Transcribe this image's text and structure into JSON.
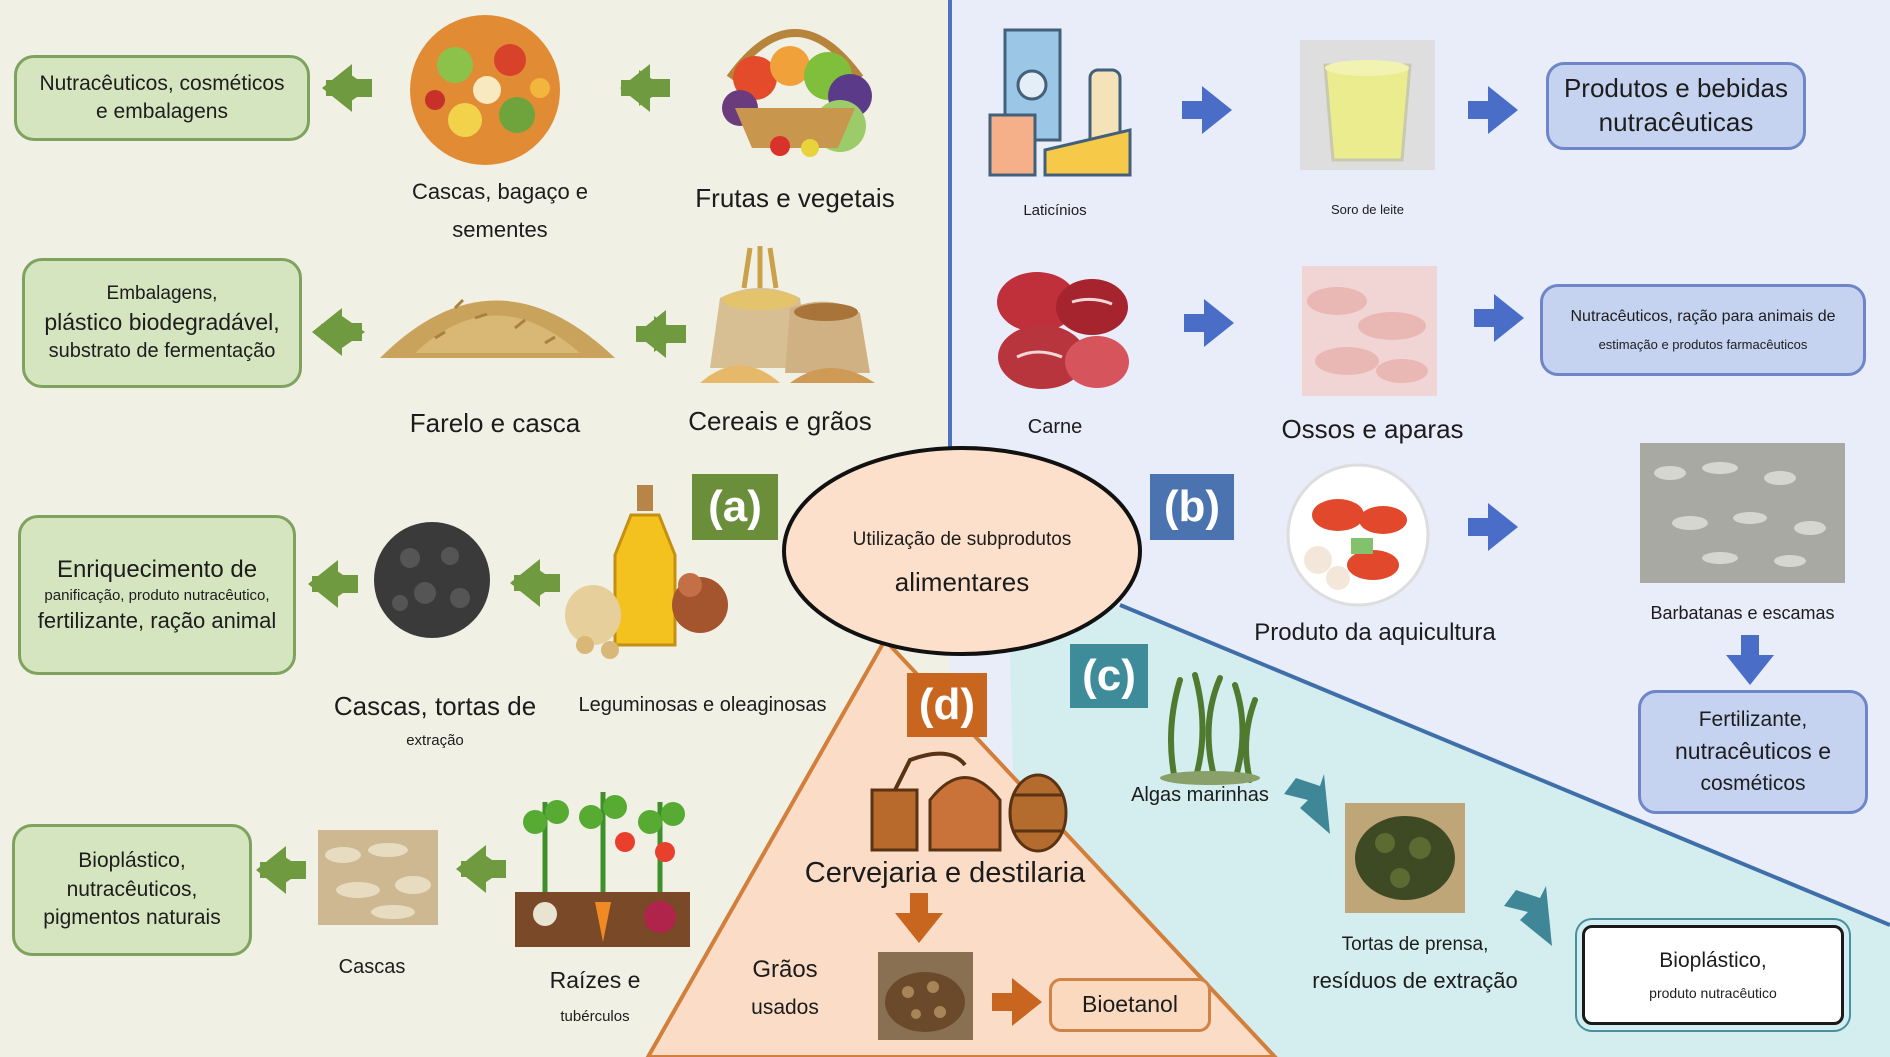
{
  "center": {
    "line1": "Utilização de subprodutos",
    "line2": "alimentares"
  },
  "tags": {
    "a": "(a)",
    "b": "(b)",
    "c": "(c)",
    "d": "(d)"
  },
  "colors": {
    "green": "#6b8e3a",
    "blue": "#4a73b0",
    "teal": "#3e8c9a",
    "orange": "#c8651e"
  },
  "section_a": {
    "frutas": "Frutas e vegetais",
    "cascas_bagaco_1": "Cascas, bagaço e",
    "cascas_bagaco_2": "sementes",
    "box1_1": "Nutracêuticos, cosméticos",
    "box1_2": "e embalagens",
    "cereais": "Cereais e grãos",
    "farelo": "Farelo e casca",
    "box2_1": "Embalagens,",
    "box2_2": "plástico biodegradável,",
    "box2_3": "substrato de fermentação",
    "leguminosas": "Leguminosas e oleaginosas",
    "cascas_tortas_1": "Cascas, tortas de",
    "cascas_tortas_2": "extração",
    "box3_1": "Enriquecimento de",
    "box3_2": "panificação, produto nutracêutico,",
    "box3_3": "fertilizante, ração animal",
    "raizes_1": "Raízes e",
    "raizes_2": "tubérculos",
    "cascas": "Cascas",
    "box4_1": "Bioplástico,",
    "box4_2": "nutracêuticos,",
    "box4_3": "pigmentos naturais"
  },
  "section_b": {
    "laticinios": "Laticínios",
    "soro": "Soro de leite",
    "box1_1": "Produtos e bebidas",
    "box1_2": "nutracêuticas",
    "carne": "Carne",
    "ossos": "Ossos e aparas",
    "box2_1": "Nutracêuticos, ração para animais de",
    "box2_2": "estimação e produtos farmacêuticos",
    "aquicultura": "Produto da aquicultura",
    "barbatanas": "Barbatanas e escamas",
    "box3_1": "Fertilizante,",
    "box3_2": "nutracêuticos e",
    "box3_3": "cosméticos"
  },
  "section_c": {
    "algas": "Algas marinhas",
    "tortas_1": "Tortas de prensa,",
    "tortas_2": "resíduos de extração",
    "box_1": "Bioplástico,",
    "box_2": "produto nutracêutico"
  },
  "section_d": {
    "cervejaria": "Cervejaria e destilaria",
    "graos_1": "Grãos",
    "graos_2": "usados",
    "bioetanol": "Bioetanol"
  }
}
